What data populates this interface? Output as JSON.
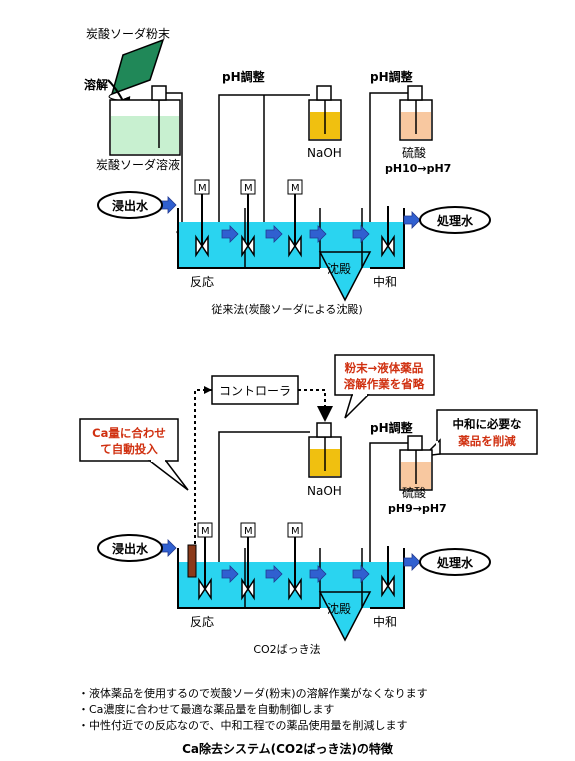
{
  "colors": {
    "water": "#2ad4f0",
    "naoh_fill": "#f0c010",
    "acid_fill": "#f8c8a0",
    "soda_fill": "#c8f0d0",
    "powder": "#208858",
    "arrow_blue": "#3060d0",
    "callout_red": "#d03010",
    "sensor_brown": "#8b3a1a"
  },
  "top": {
    "powder_label": "炭酸ソーダ粉末",
    "dissolve_label": "溶解",
    "soda_tank_label": "炭酸ソーダ溶液",
    "ph_adjust_1": "pH調整",
    "ph_adjust_2": "pH調整",
    "naoh_label": "NaOH",
    "acid_label": "硫酸",
    "acid_ph": "pH10→pH7",
    "motor": "M",
    "inlet": "浸出水",
    "outlet": "処理水",
    "zone_reaction": "反応",
    "zone_settle": "沈殿",
    "zone_neutral": "中和",
    "caption": "従来法(炭酸ソーダによる沈殿)"
  },
  "bottom": {
    "controller_label": "コントローラ",
    "callout_powder": [
      "粉末→液体薬品",
      "溶解作業を省略"
    ],
    "callout_ca": [
      "Ca量に合わせ",
      "て自動投入"
    ],
    "callout_reduce": [
      "中和に必要な",
      "薬品を削減"
    ],
    "ph_adjust": "pH調整",
    "naoh_label": "NaOH",
    "acid_label": "硫酸",
    "acid_ph": "pH9→pH7",
    "motor": "M",
    "inlet": "浸出水",
    "outlet": "処理水",
    "zone_reaction": "反応",
    "zone_settle": "沈殿",
    "zone_neutral": "中和",
    "caption": "CO2ばっき法"
  },
  "notes": [
    "・液体薬品を使用するので炭酸ソーダ(粉末)の溶解作業がなくなります",
    "・Ca濃度に合わせて最適な薬品量を自動制御します",
    "・中性付近での反応なので、中和工程での薬品使用量を削減します"
  ],
  "footer_title": "Ca除去システム(CO2ばっき法)の特徴"
}
